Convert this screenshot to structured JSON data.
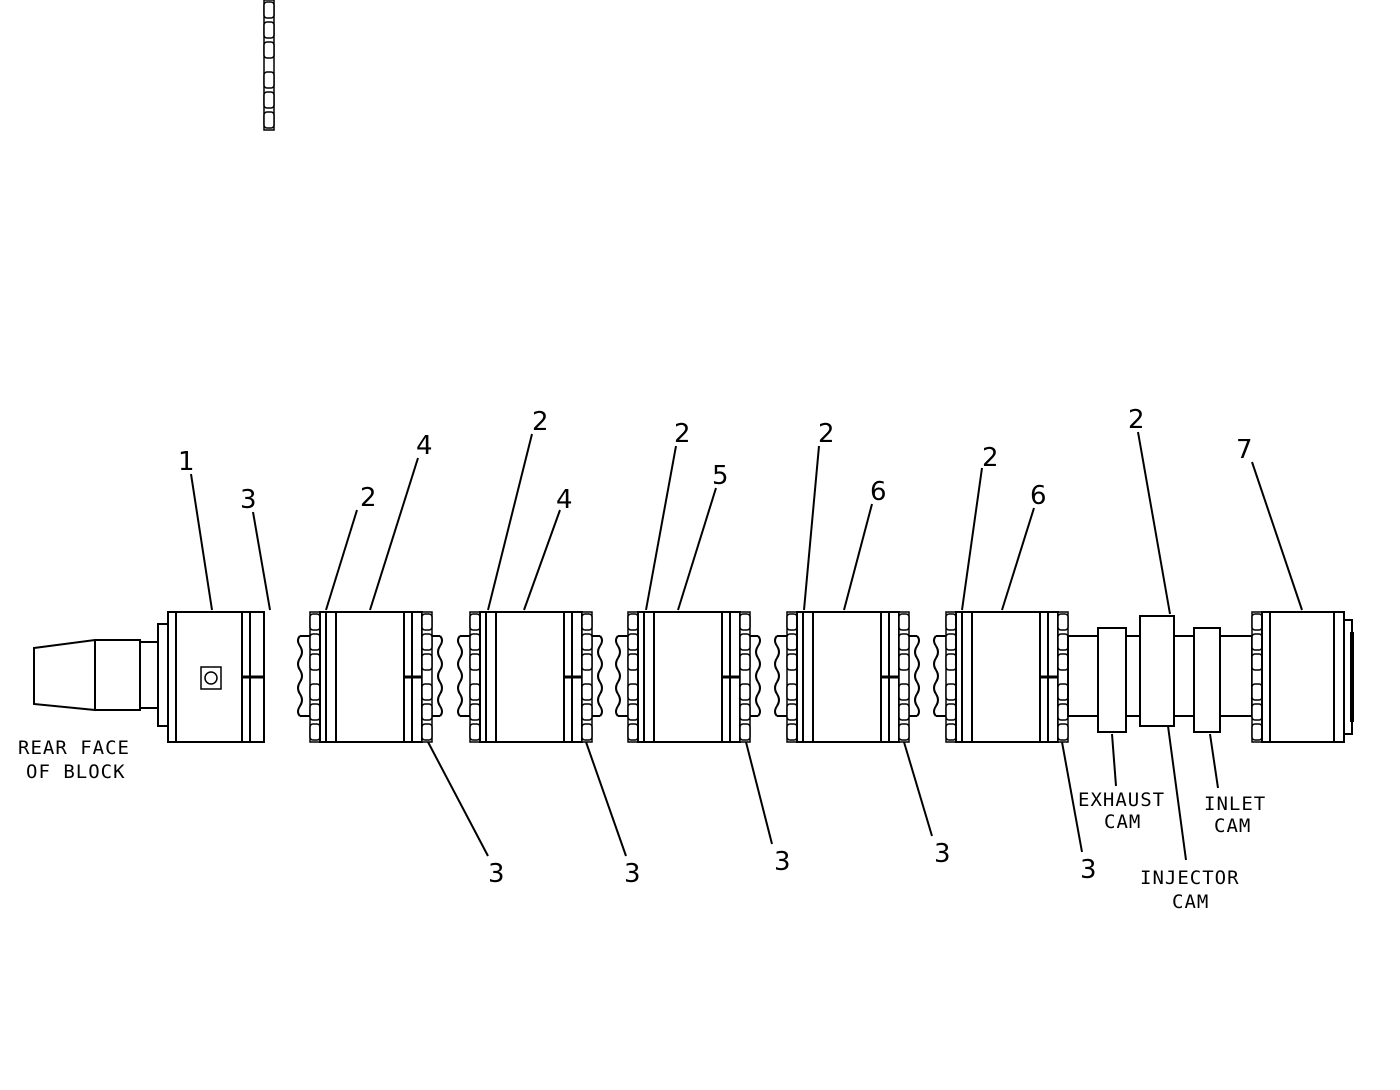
{
  "labels": {
    "rear_face_line1": "REAR FACE",
    "rear_face_line2": "OF BLOCK",
    "exhaust_line1": "EXHAUST",
    "exhaust_line2": "CAM",
    "inlet_line1": "INLET",
    "inlet_line2": "CAM",
    "injector_line1": "INJECTOR",
    "injector_line2": "CAM"
  },
  "callouts": {
    "c1": "1",
    "c3_top": "3",
    "c2_a": "2",
    "c4_a": "4",
    "c2_b": "2",
    "c4_b": "4",
    "c2_c": "2",
    "c5": "5",
    "c2_d": "2",
    "c6_a": "6",
    "c2_e": "2",
    "c6_b": "6",
    "c2_f": "2",
    "c7": "7",
    "c3_a": "3",
    "c3_b": "3",
    "c3_c": "3",
    "c3_d": "3",
    "c3_e": "3"
  }
}
